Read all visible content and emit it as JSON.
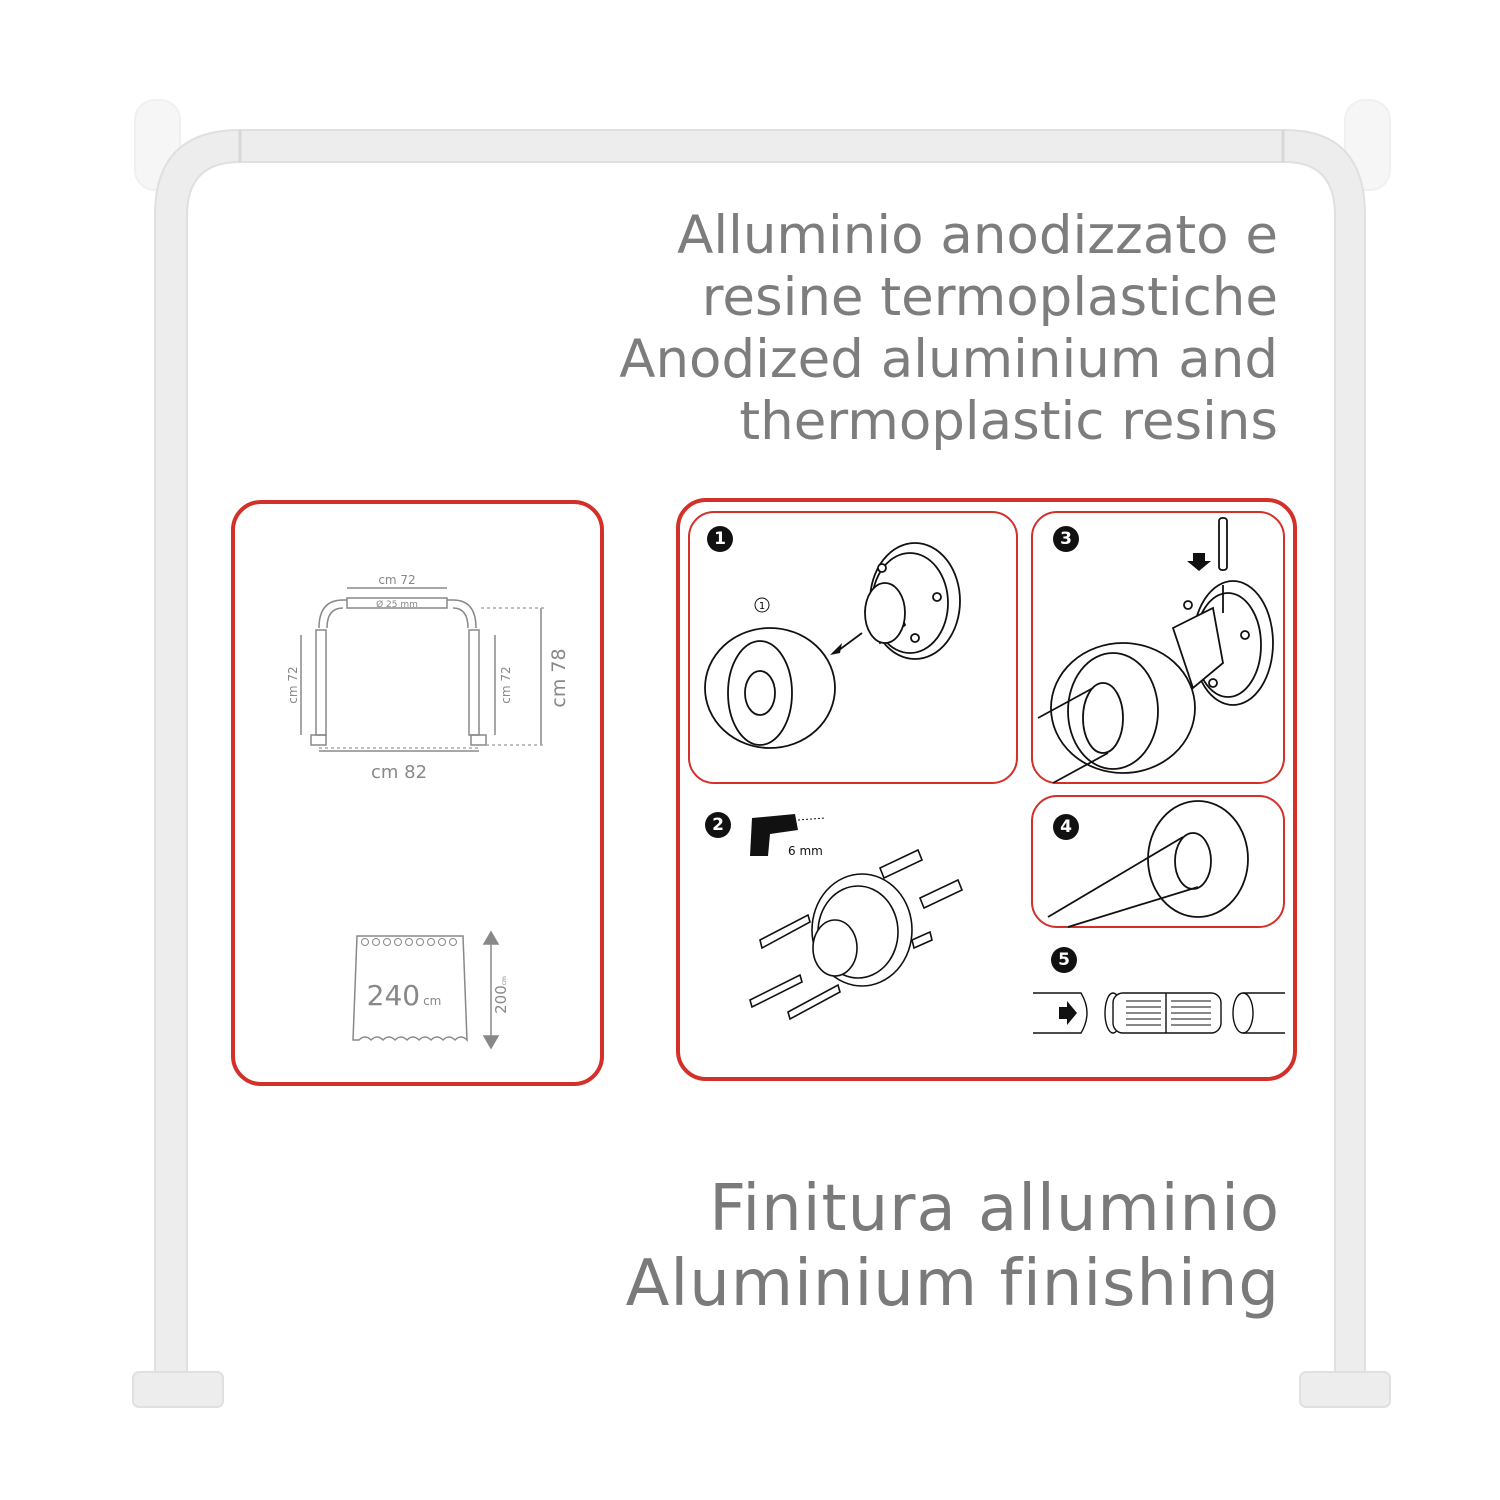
{
  "title_lines": [
    "Alluminio anodizzato e",
    "resine termoplastiche",
    "Anodized aluminium and",
    "thermoplastic resins"
  ],
  "finish_lines": [
    "Finitura alluminio",
    "Aluminium finishing"
  ],
  "dimensions": {
    "top_width": "cm 72",
    "diameter": "Ø 25 mm",
    "left_height": "cm 72",
    "right_height": "cm 72",
    "total_height": "cm 78",
    "total_width": "cm 82"
  },
  "curtain": {
    "width_value": "240",
    "width_unit": "cm",
    "height_value": "200",
    "height_unit": "cm"
  },
  "steps": {
    "step1": "1",
    "step1_sub": "1",
    "step2": "2",
    "drill_size": "6 mm",
    "step3": "3",
    "step4": "4",
    "step5": "5"
  },
  "colors": {
    "accent": "#d3302a",
    "text": "#7d7d7d",
    "tube": "#ececec"
  }
}
